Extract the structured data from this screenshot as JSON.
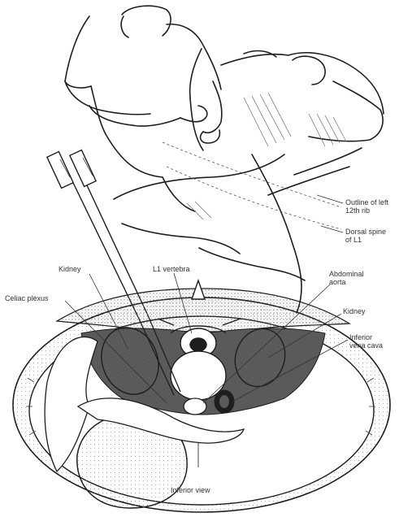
{
  "labels": {
    "outline_12th_rib_line1": "Outline of left",
    "outline_12th_rib_line2": "12th rib",
    "dorsal_spine_line1": "Dorsal spine",
    "dorsal_spine_line2": "of L1",
    "kidney_left": "Kidney",
    "l1_vertebra": "L1 vertebra",
    "celiac_plexus": "Celiac plexus",
    "abdominal_aorta_line1": "Abdominal",
    "abdominal_aorta_line2": "aorta",
    "kidney_right": "Kidney",
    "ivc_line1": "Inferior",
    "ivc_line2": "vena cava",
    "bottom_label": "Inferior view"
  },
  "colors": {
    "ink": "#1e1e1e",
    "shade": "#8a8a8a",
    "light_shade": "#c9c9c9",
    "paper": "#ffffff"
  }
}
